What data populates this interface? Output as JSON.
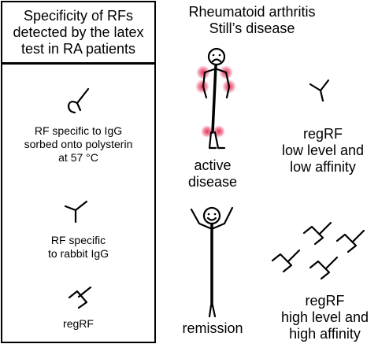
{
  "left_panel": {
    "title_lines": [
      "Specificity of RFs",
      "detected by the latex",
      "test in RA patients"
    ],
    "item1_lines": [
      "RF specific to IgG",
      "sorbed onto polysterin",
      "at 57 °C"
    ],
    "item2_lines": [
      "RF specific",
      "to rabbit IgG"
    ],
    "item3_label": "regRF"
  },
  "right_panel": {
    "title_lines": [
      "Rheumatoid arthritis",
      "Still’s disease"
    ],
    "active_label_lines": [
      "active",
      "disease"
    ],
    "remission_label": "remission",
    "low_label_lines": [
      "regRF",
      "low level and",
      "low affinity"
    ],
    "high_label_lines": [
      "regRF",
      "high level and",
      "high affinity"
    ]
  },
  "colors": {
    "inflammation": "#e8325a",
    "line": "#000000"
  }
}
